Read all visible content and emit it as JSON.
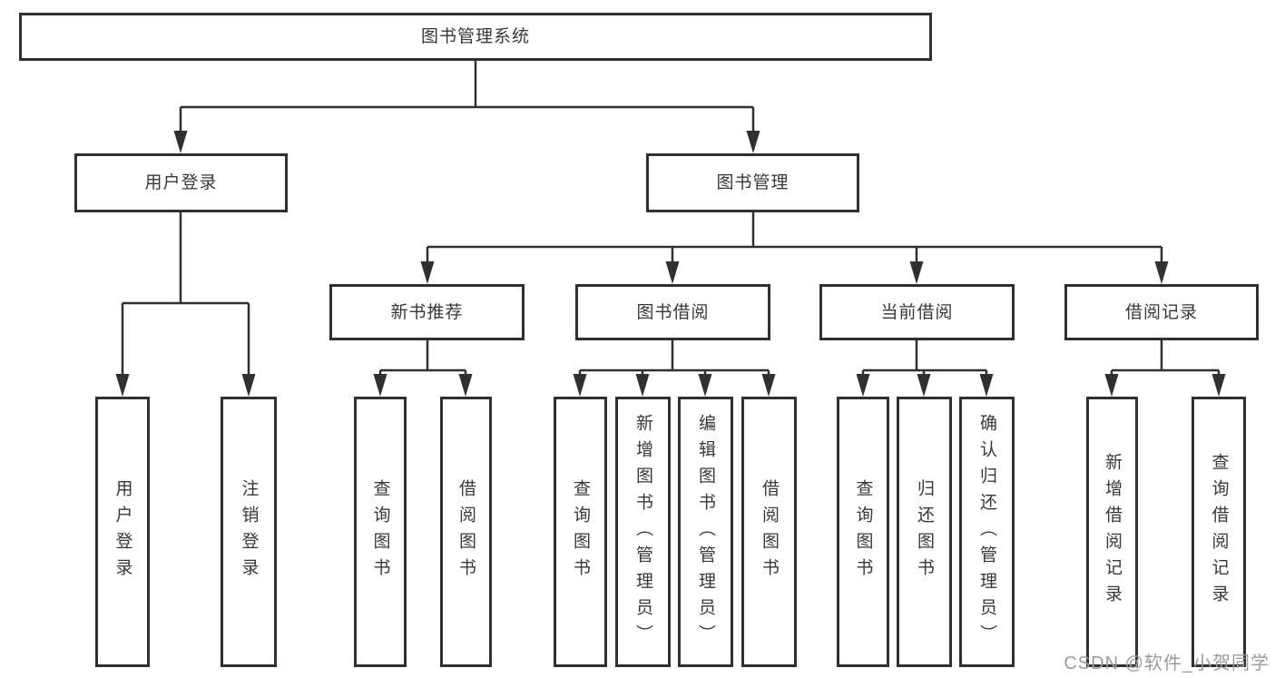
{
  "diagram": {
    "title": "图书管理系统",
    "root": {
      "label": "图书管理系统",
      "children": [
        {
          "label": "用户登录",
          "children": [
            {
              "label": "用户登录"
            },
            {
              "label": "注销登录"
            }
          ]
        },
        {
          "label": "图书管理",
          "children": [
            {
              "label": "新书推荐",
              "children": [
                {
                  "label": "查询图书"
                },
                {
                  "label": "借阅图书"
                }
              ]
            },
            {
              "label": "图书借阅",
              "children": [
                {
                  "label": "查询图书"
                },
                {
                  "label": "新增图书（管理员）"
                },
                {
                  "label": "编辑图书（管理员）"
                },
                {
                  "label": "借阅图书"
                }
              ]
            },
            {
              "label": "当前借阅",
              "children": [
                {
                  "label": "查询图书"
                },
                {
                  "label": "归还图书"
                },
                {
                  "label": "确认归还（管理员）"
                }
              ]
            },
            {
              "label": "借阅记录",
              "children": [
                {
                  "label": "新增借阅记录"
                },
                {
                  "label": "查询借阅记录"
                }
              ]
            }
          ]
        }
      ]
    }
  },
  "watermark": {
    "text": "CSDN @软件_小贺同学"
  },
  "colors": {
    "line": "#303030",
    "text": "#383838",
    "watermark": "#9b9b9b",
    "background": "#ffffff"
  }
}
